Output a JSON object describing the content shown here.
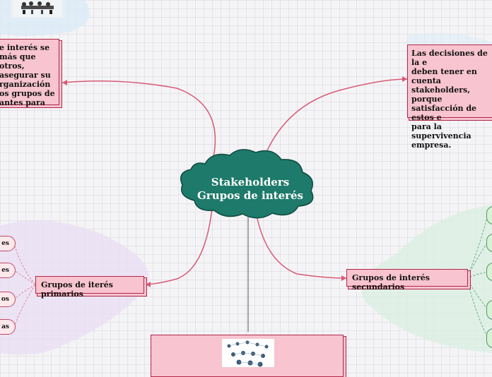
{
  "center": {
    "line1": "Stakeholders",
    "line2": "Grupos de interés"
  },
  "top_left_node": {
    "lines": [
      "e interés se",
      "más que otros,",
      "asegurar su",
      "rganización",
      "os grupos de",
      "antes para"
    ]
  },
  "top_right_node": {
    "lines": [
      "Las decisiones de la e",
      "deben tener en cuenta",
      "stakeholders, porque",
      "satisfacción de estos e",
      "para la supervivencia",
      "empresa."
    ]
  },
  "primary_node": {
    "label": "Grupos de iterés primarios"
  },
  "secondary_node": {
    "label": "Grupos de interés secundarios"
  },
  "primary_children": [
    "es",
    "es",
    "os",
    "as"
  ],
  "colors": {
    "center_fill": "#1e7a6a",
    "node_fill": "#f7c4cf",
    "node_border": "#b2264a",
    "connector": "#d85a76",
    "child_fill": "#fde8ec",
    "secondary_child_fill": "#d8f2d5"
  },
  "icons": [
    "office-meeting-image",
    "people-network-image"
  ]
}
